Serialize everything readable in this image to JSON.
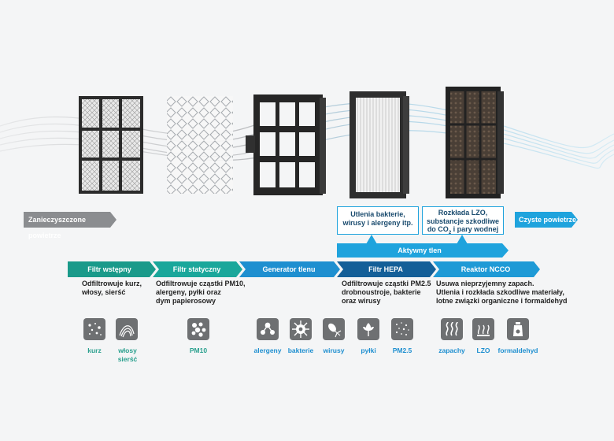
{
  "flow": {
    "inlet_label": "Zanieczyszczone powietrze",
    "outlet_label": "Czyste powietrze",
    "active_oxygen_label": "Aktywny tlen"
  },
  "notes": {
    "hepa_oxidation": "Utlenia bakterie, wirusy i alergeny itp.",
    "ncco_decomposition_line1": "Rozkłada LZO,",
    "ncco_decomposition_line2": "substancje szkodliwe",
    "ncco_decomposition_line3_pre": "do CO",
    "ncco_decomposition_line3_sub": "2",
    "ncco_decomposition_line3_post": " i pary wodnej"
  },
  "stages": [
    {
      "label": "Filtr wstępny",
      "color": "#1a9a8a",
      "desc_lines": [
        "Odfiltrowuje kurz,",
        "włosy, sierść"
      ]
    },
    {
      "label": "Filtr statyczny",
      "color": "#1aa79b",
      "desc_lines": [
        "Odfiltrowuje cząstki PM10,",
        "alergeny, pyłki oraz",
        "dym papierosowy"
      ]
    },
    {
      "label": "Generator tlenu",
      "color": "#1e8fd0",
      "desc_lines": []
    },
    {
      "label": "Filtr HEPA",
      "color": "#145f98",
      "desc_lines": [
        "Odfiltrowuje cząstki PM2.5",
        "drobnoustroje, bakterie",
        "oraz wirusy"
      ]
    },
    {
      "label": "Reaktor NCCO",
      "color": "#1e9ad6",
      "desc_lines": [
        "Usuwa nieprzyjemny zapach.",
        "Utlenia i rozkłada szkodliwe materiały,",
        "lotne związki organiczne i formaldehyd"
      ]
    }
  ],
  "icons": [
    {
      "name": "kurz",
      "label": "kurz",
      "icon": "dust-icon"
    },
    {
      "name": "wlosy-siersc",
      "label": "włosy sierść",
      "icon": "hair-icon"
    },
    {
      "name": "pm10",
      "label": "PM10",
      "icon": "particles-icon"
    },
    {
      "name": "alergeny",
      "label": "alergeny",
      "icon": "allergen-icon"
    },
    {
      "name": "bakterie",
      "label": "bakterie",
      "icon": "bacteria-icon"
    },
    {
      "name": "wirusy",
      "label": "wirusy",
      "icon": "virus-icon"
    },
    {
      "name": "pylki",
      "label": "pyłki",
      "icon": "pollen-icon"
    },
    {
      "name": "pm25",
      "label": "PM2.5",
      "icon": "fine-particles-icon"
    },
    {
      "name": "zapachy",
      "label": "zapachy",
      "icon": "odor-icon"
    },
    {
      "name": "lzo",
      "label": "LZO",
      "icon": "voc-icon"
    },
    {
      "name": "formaldehyd",
      "label": "formaldehyd",
      "icon": "formaldehyde-icon"
    }
  ],
  "colors": {
    "inlet_gray": "#8b8d90",
    "light_blue": "#1fa3dd",
    "green_label": "#2aa08e",
    "blue_label": "#1e8fd0",
    "icon_gray": "#6e7072"
  }
}
